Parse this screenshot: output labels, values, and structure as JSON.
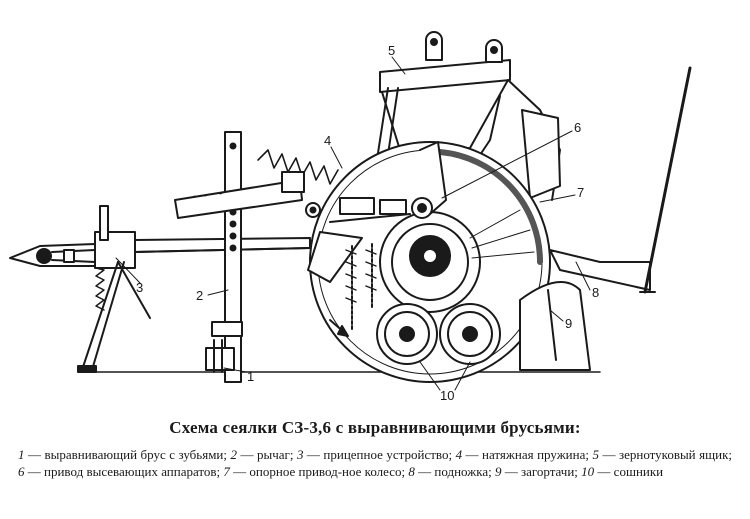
{
  "callouts": {
    "c1": "1",
    "c2": "2",
    "c3": "3",
    "c4": "4",
    "c5": "5",
    "c6": "6",
    "c7": "7",
    "c8": "8",
    "c9": "9",
    "c10": "10"
  },
  "caption": {
    "title": "Схема сеялки СЗ-3,6 с выравнивающими брусьями:"
  },
  "legend": [
    {
      "num": "1",
      "text": " — выравнивающий брус с зубьями; "
    },
    {
      "num": "2",
      "text": " — рычаг; "
    },
    {
      "num": "3",
      "text": " — прицепное устройство; "
    },
    {
      "num": "4",
      "text": " — натяжная пружина; "
    },
    {
      "num": "5",
      "text": " — зернотуковый ящик; "
    },
    {
      "num": "6",
      "text": " — привод высевающих аппаратов; "
    },
    {
      "num": "7",
      "text": " — опорное привод-ное колесо; "
    },
    {
      "num": "8",
      "text": " — подножка; "
    },
    {
      "num": "9",
      "text": " — загортачи; "
    },
    {
      "num": "10",
      "text": " — сошники"
    }
  ]
}
